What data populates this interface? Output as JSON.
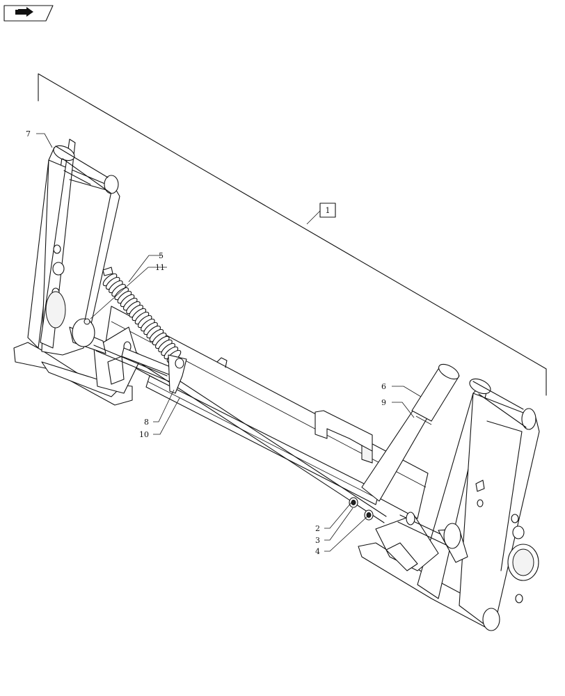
{
  "nav": {
    "icon": "forward-arrow-icon"
  },
  "assembly_label": "1",
  "callouts": [
    {
      "id": "c2",
      "text": "2"
    },
    {
      "id": "c3",
      "text": "3"
    },
    {
      "id": "c4",
      "text": "4"
    },
    {
      "id": "c5",
      "text": "5"
    },
    {
      "id": "c6",
      "text": "6"
    },
    {
      "id": "c7",
      "text": "7"
    },
    {
      "id": "c8",
      "text": "8"
    },
    {
      "id": "c9",
      "text": "9"
    },
    {
      "id": "c10",
      "text": "10"
    },
    {
      "id": "c11",
      "text": "11"
    }
  ],
  "colors": {
    "line": "#111111",
    "background": "#ffffff"
  }
}
